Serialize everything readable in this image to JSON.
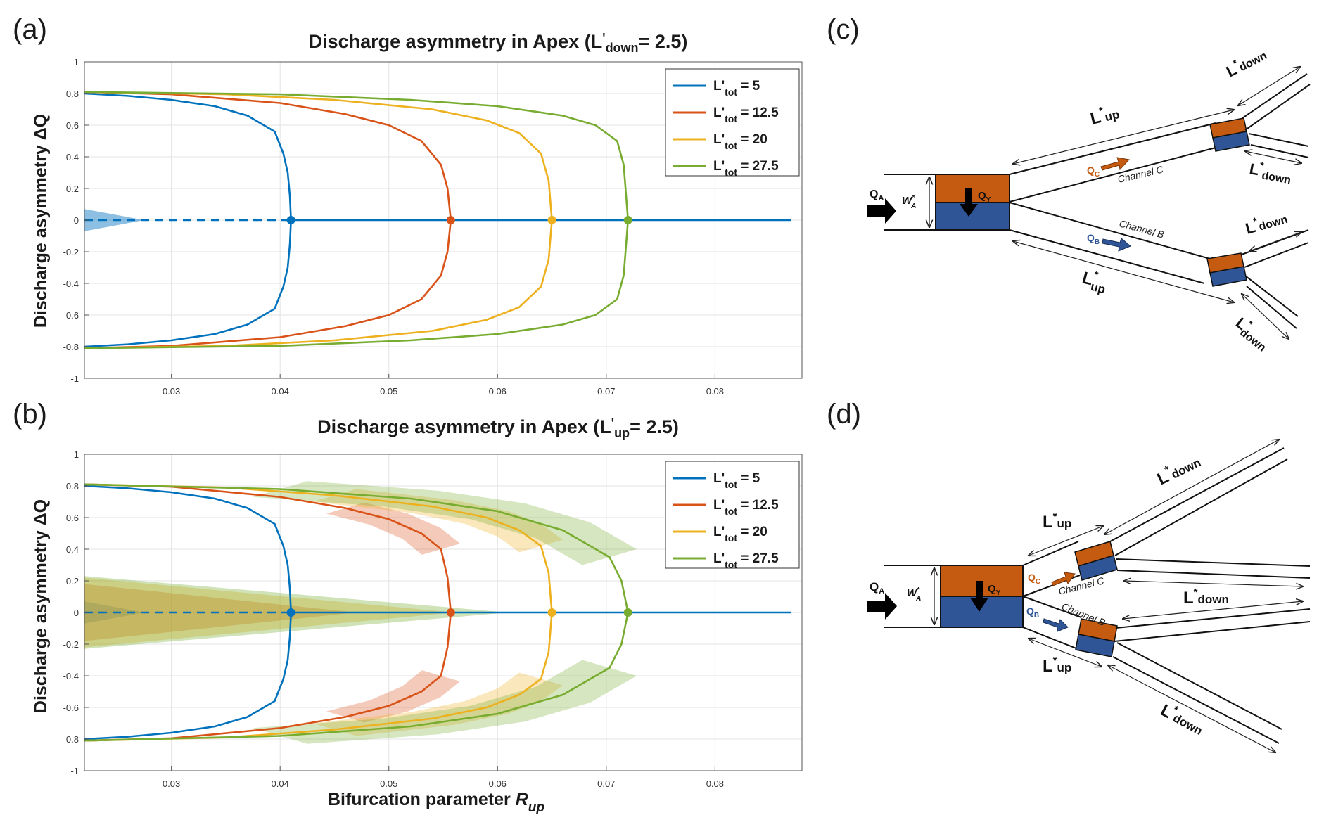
{
  "panel_labels": [
    "(a)",
    "(b)",
    "(c)",
    "(d)"
  ],
  "chart_data": [
    {
      "type": "line",
      "panel": "(a)",
      "title": "Discharge asymmetry in Apex (L'down= 2.5)",
      "title_parts": {
        "prefix": "Discharge asymmetry in Apex (L",
        "sup": "'",
        "sub": "down",
        "suffix": "= 2.5)"
      },
      "ylabel": "Discharge asymmetry ΔQ",
      "xlabel": "",
      "xlim": [
        0.022,
        0.088
      ],
      "ylim": [
        -1,
        1
      ],
      "xticks": [
        "0.03",
        "0.04",
        "0.05",
        "0.06",
        "0.07",
        "0.08"
      ],
      "yticks": [
        "-1",
        "-0.8",
        "-0.6",
        "-0.4",
        "-0.2",
        "0",
        "0.2",
        "0.4",
        "0.6",
        "0.8",
        "1"
      ],
      "grid": true,
      "legend_position": "top-right",
      "legend": [
        {
          "prefix": "L'",
          "sub": "tot",
          "suffix": " = 5"
        },
        {
          "prefix": "L'",
          "sub": "tot",
          "suffix": " = 12.5"
        },
        {
          "prefix": "L'",
          "sub": "tot",
          "suffix": " = 20"
        },
        {
          "prefix": "L'",
          "sub": "tot",
          "suffix": " = 27.5"
        }
      ],
      "colors": [
        "#0072BD",
        "#D95319",
        "#EDB120",
        "#77AC30"
      ],
      "series": [
        {
          "name": "L'tot = 5",
          "bifurcation_point": 0.041,
          "upper_branch": [
            [
              0.022,
              0.8
            ],
            [
              0.026,
              0.785
            ],
            [
              0.03,
              0.76
            ],
            [
              0.034,
              0.72
            ],
            [
              0.037,
              0.66
            ],
            [
              0.0395,
              0.56
            ],
            [
              0.0403,
              0.42
            ],
            [
              0.0407,
              0.3
            ],
            [
              0.0409,
              0.15
            ],
            [
              0.041,
              0.0
            ]
          ]
        },
        {
          "name": "L'tot = 12.5",
          "bifurcation_point": 0.0557,
          "upper_branch": [
            [
              0.022,
              0.81
            ],
            [
              0.03,
              0.795
            ],
            [
              0.04,
              0.74
            ],
            [
              0.046,
              0.67
            ],
            [
              0.05,
              0.6
            ],
            [
              0.053,
              0.5
            ],
            [
              0.0548,
              0.35
            ],
            [
              0.0554,
              0.2
            ],
            [
              0.0557,
              0.0
            ]
          ]
        },
        {
          "name": "L'tot = 20",
          "bifurcation_point": 0.065,
          "upper_branch": [
            [
              0.022,
              0.81
            ],
            [
              0.035,
              0.795
            ],
            [
              0.045,
              0.76
            ],
            [
              0.054,
              0.7
            ],
            [
              0.059,
              0.63
            ],
            [
              0.062,
              0.55
            ],
            [
              0.064,
              0.42
            ],
            [
              0.0647,
              0.25
            ],
            [
              0.065,
              0.0
            ]
          ]
        },
        {
          "name": "L'tot = 27.5",
          "bifurcation_point": 0.072,
          "upper_branch": [
            [
              0.022,
              0.81
            ],
            [
              0.04,
              0.795
            ],
            [
              0.052,
              0.76
            ],
            [
              0.06,
              0.72
            ],
            [
              0.066,
              0.66
            ],
            [
              0.069,
              0.6
            ],
            [
              0.071,
              0.5
            ],
            [
              0.0716,
              0.35
            ],
            [
              0.072,
              0.0
            ]
          ]
        }
      ],
      "trivial_branch": {
        "y": 0,
        "unstable_dashed_from": 0.022,
        "unstable_dashed_to": 0.041,
        "stable_to": 0.087
      },
      "bands": [
        {
          "series": "L'tot = 5",
          "kind": "trivial",
          "x_end": 0.0275,
          "half_width_at_start": 0.07
        }
      ]
    },
    {
      "type": "line",
      "panel": "(b)",
      "title": "Discharge asymmetry in Apex (L'up= 2.5)",
      "title_parts": {
        "prefix": "Discharge asymmetry in Apex (L",
        "sup": "'",
        "sub": "up",
        "suffix": "= 2.5)"
      },
      "ylabel": "Discharge asymmetry ΔQ",
      "xlabel": "Bifurcation parameter  Rup",
      "xlabel_parts": {
        "prefix": "Bifurcation parameter  ",
        "italic": "R",
        "sub": "up"
      },
      "xlim": [
        0.022,
        0.088
      ],
      "ylim": [
        -1,
        1
      ],
      "xticks": [
        "0.03",
        "0.04",
        "0.05",
        "0.06",
        "0.07",
        "0.08"
      ],
      "yticks": [
        "-1",
        "-0.8",
        "-0.6",
        "-0.4",
        "-0.2",
        "0",
        "0.2",
        "0.4",
        "0.6",
        "0.8",
        "1"
      ],
      "grid": true,
      "legend_position": "top-right",
      "legend": [
        {
          "prefix": "L'",
          "sub": "tot",
          "suffix": " = 5"
        },
        {
          "prefix": "L'",
          "sub": "tot",
          "suffix": " = 12.5"
        },
        {
          "prefix": "L'",
          "sub": "tot",
          "suffix": " = 20"
        },
        {
          "prefix": "L'",
          "sub": "tot",
          "suffix": " = 27.5"
        }
      ],
      "colors": [
        "#0072BD",
        "#D95319",
        "#EDB120",
        "#77AC30"
      ],
      "series": [
        {
          "name": "L'tot = 5",
          "bifurcation_point": 0.041,
          "upper_branch": [
            [
              0.022,
              0.8
            ],
            [
              0.026,
              0.785
            ],
            [
              0.03,
              0.76
            ],
            [
              0.034,
              0.72
            ],
            [
              0.037,
              0.66
            ],
            [
              0.0395,
              0.56
            ],
            [
              0.0403,
              0.42
            ],
            [
              0.0407,
              0.3
            ],
            [
              0.0409,
              0.15
            ],
            [
              0.041,
              0.0
            ]
          ]
        },
        {
          "name": "L'tot = 12.5",
          "bifurcation_point": 0.0557,
          "upper_branch": [
            [
              0.022,
              0.81
            ],
            [
              0.03,
              0.795
            ],
            [
              0.04,
              0.73
            ],
            [
              0.046,
              0.66
            ],
            [
              0.05,
              0.59
            ],
            [
              0.053,
              0.5
            ],
            [
              0.0548,
              0.4
            ],
            [
              0.0554,
              0.22
            ],
            [
              0.0557,
              0.0
            ]
          ]
        },
        {
          "name": "L'tot = 20",
          "bifurcation_point": 0.065,
          "upper_branch": [
            [
              0.022,
              0.81
            ],
            [
              0.035,
              0.79
            ],
            [
              0.045,
              0.74
            ],
            [
              0.054,
              0.67
            ],
            [
              0.059,
              0.6
            ],
            [
              0.062,
              0.52
            ],
            [
              0.064,
              0.42
            ],
            [
              0.0647,
              0.25
            ],
            [
              0.065,
              0.0
            ]
          ]
        },
        {
          "name": "L'tot = 27.5",
          "bifurcation_point": 0.072,
          "upper_branch": [
            [
              0.022,
              0.81
            ],
            [
              0.04,
              0.78
            ],
            [
              0.052,
              0.72
            ],
            [
              0.06,
              0.64
            ],
            [
              0.066,
              0.52
            ],
            [
              0.0703,
              0.35
            ],
            [
              0.0714,
              0.2
            ],
            [
              0.072,
              0.0
            ]
          ]
        }
      ],
      "trivial_branch": {
        "y": 0,
        "unstable_dashed_from": 0.022,
        "unstable_dashed_to": 0.041,
        "stable_to": 0.087
      },
      "bands": [
        {
          "series": "L'tot = 5",
          "kind": "trivial",
          "x_end": 0.0275,
          "half_width_at_start": 0.07
        },
        {
          "series": "L'tot = 12.5",
          "kind": "trivial",
          "x_end": 0.047,
          "half_width_at_start": 0.18
        },
        {
          "series": "L'tot = 20",
          "kind": "trivial",
          "x_end": 0.056,
          "half_width_at_start": 0.22
        },
        {
          "series": "L'tot = 27.5",
          "kind": "trivial",
          "x_end": 0.061,
          "half_width_at_start": 0.23
        },
        {
          "series": "L'tot = 12.5",
          "kind": "branch",
          "x_from": 0.044,
          "half_width": 0.035
        },
        {
          "series": "L'tot = 20",
          "kind": "branch",
          "x_from": 0.044,
          "half_width": 0.04
        },
        {
          "series": "L'tot = 27.5",
          "kind": "branch",
          "x_from": 0.04,
          "half_width": 0.05
        }
      ]
    }
  ],
  "diagram_c": {
    "q_a": {
      "base": "Q",
      "sub": "A"
    },
    "q_y": {
      "base": "Q",
      "sub": "Y"
    },
    "q_c": {
      "base": "Q",
      "sub": "C"
    },
    "q_b": {
      "base": "Q",
      "sub": "B"
    },
    "w_a": {
      "base": "W",
      "sup": "*",
      "sub": "A"
    },
    "l_up": {
      "base": "L",
      "sup": "*",
      "sub": "up"
    },
    "l_down": {
      "base": "L",
      "sup": "*",
      "sub": "down"
    },
    "channel_c": "Channel C",
    "channel_b": "Channel B",
    "orange": "#C55A11",
    "blue": "#2F5597"
  },
  "diagram_d": {
    "q_a": {
      "base": "Q",
      "sub": "A"
    },
    "q_y": {
      "base": "Q",
      "sub": "Y"
    },
    "q_c": {
      "base": "Q",
      "sub": "C"
    },
    "q_b": {
      "base": "Q",
      "sub": "B"
    },
    "w_a": {
      "base": "W",
      "sup": "*",
      "sub": "A"
    },
    "l_up": {
      "base": "L",
      "sup": "*",
      "sub": "up"
    },
    "l_down": {
      "base": "L",
      "sup": "*",
      "sub": "down"
    },
    "channel_c": "Channel C",
    "channel_b": "Channel B"
  }
}
